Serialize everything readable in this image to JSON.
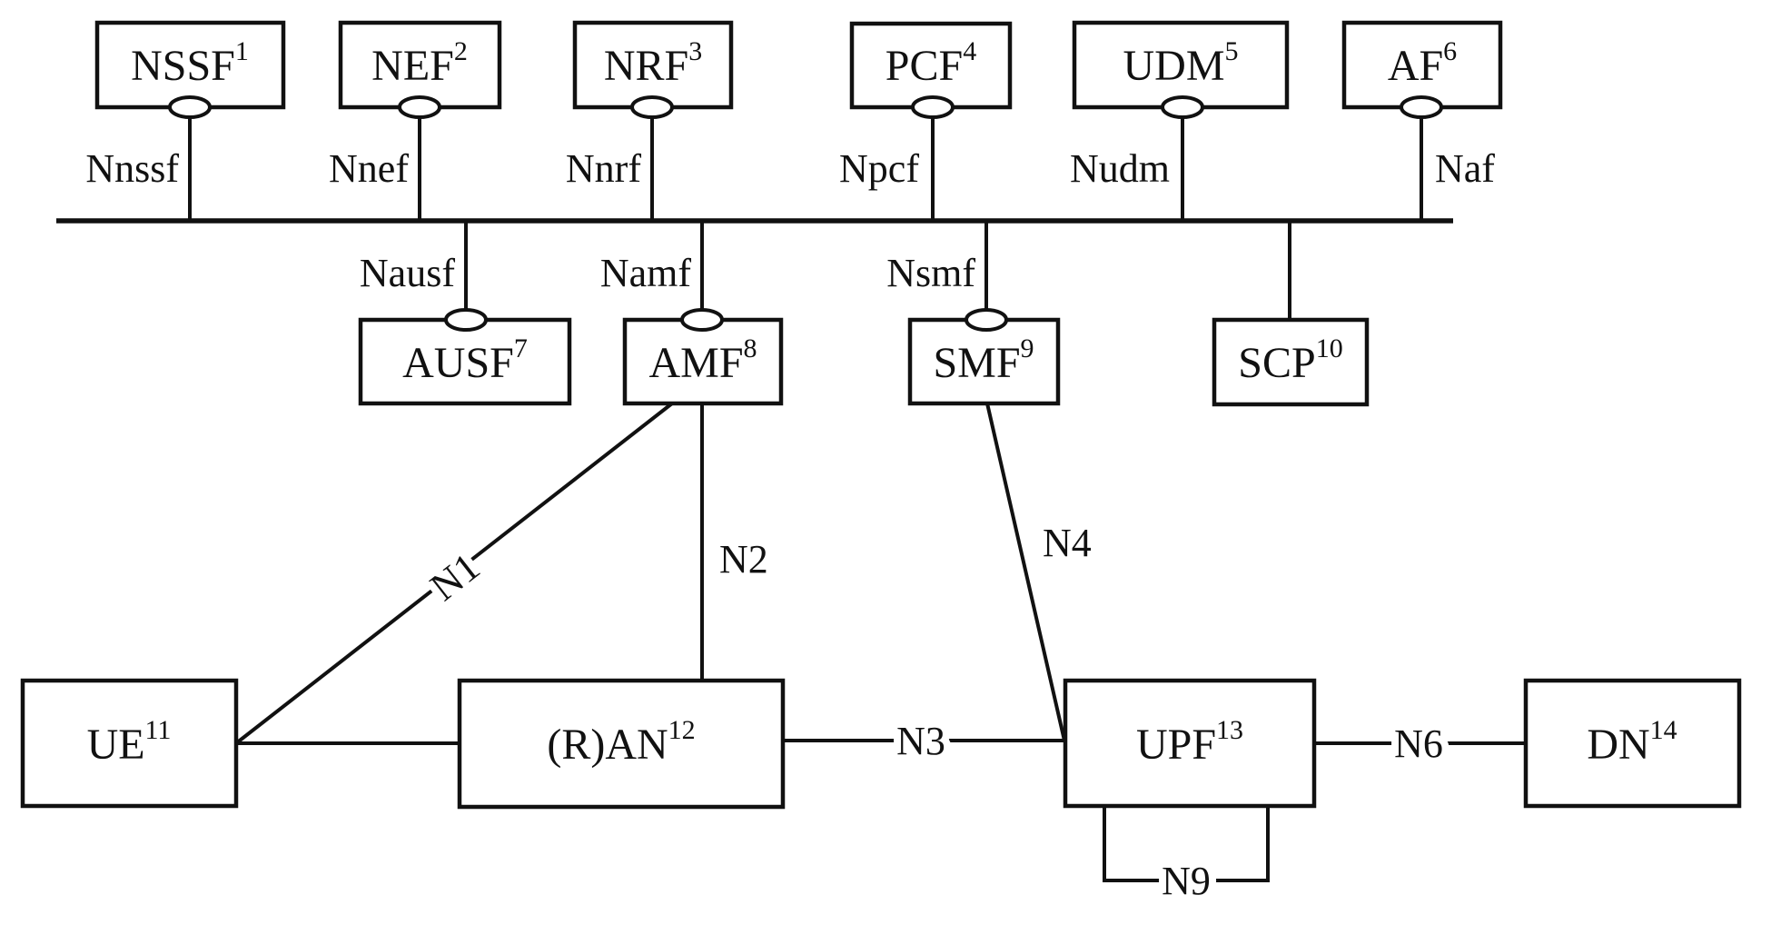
{
  "nodes": [
    {
      "label": "NSSF",
      "sup": "1"
    },
    {
      "label": "NEF",
      "sup": "2"
    },
    {
      "label": "NRF",
      "sup": "3"
    },
    {
      "label": "PCF",
      "sup": "4"
    },
    {
      "label": "UDM",
      "sup": "5"
    },
    {
      "label": "AF",
      "sup": "6"
    },
    {
      "label": "AUSF",
      "sup": "7"
    },
    {
      "label": "AMF",
      "sup": "8"
    },
    {
      "label": "SMF",
      "sup": "9"
    },
    {
      "label": "SCP",
      "sup": "10"
    },
    {
      "label": "UE",
      "sup": "11"
    },
    {
      "label": "(R)AN",
      "sup": "12"
    },
    {
      "label": "UPF",
      "sup": "13"
    },
    {
      "label": "DN",
      "sup": "14"
    }
  ],
  "service_interfaces": [
    "Nnssf",
    "Nnef",
    "Nnrf",
    "Npcf",
    "Nudm",
    "Naf",
    "Nausf",
    "Namf",
    "Nsmf"
  ],
  "reference_points": [
    "N1",
    "N2",
    "N3",
    "N4",
    "N6",
    "N9"
  ],
  "colors": {
    "line": "#111111",
    "background": "#ffffff"
  }
}
